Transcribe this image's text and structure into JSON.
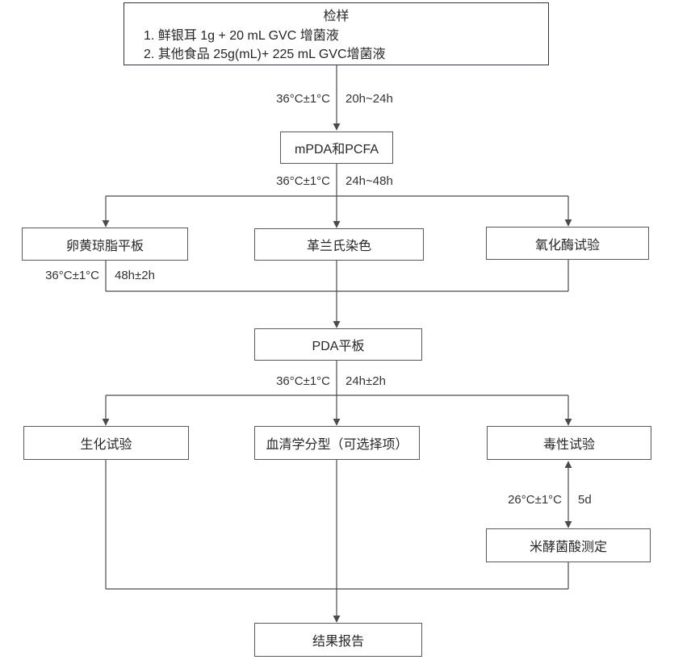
{
  "diagram": {
    "nodes": {
      "sample": {
        "title": "检样",
        "line1": "1. 鲜银耳 1g + 20 mL GVC 增菌液",
        "line2": "2. 其他食品 25g(mL)+ 225 mL GVC增菌液"
      },
      "mpda": {
        "label": "mPDA和PCFA"
      },
      "egg_yolk": {
        "label": "卵黄琼脂平板"
      },
      "gram": {
        "label": "革兰氏染色"
      },
      "oxidase": {
        "label": "氧化酶试验"
      },
      "pda": {
        "label": "PDA平板"
      },
      "biochem": {
        "label": "生化试验"
      },
      "serotype": {
        "label": "血清学分型（可选择项）"
      },
      "toxicity": {
        "label": "毒性试验"
      },
      "bongkrekic": {
        "label": "米酵菌酸测定"
      },
      "report": {
        "label": "结果报告"
      }
    },
    "edge_labels": {
      "e1": {
        "temp": "36°C±1°C",
        "time": "20h~24h"
      },
      "e2": {
        "temp": "36°C±1°C",
        "time": "24h~48h"
      },
      "e3": {
        "temp": "36°C±1°C",
        "time": "48h±2h"
      },
      "e4": {
        "temp": "36°C±1°C",
        "time": "24h±2h"
      },
      "e5": {
        "temp": "26°C±1°C",
        "time": "5d"
      }
    },
    "colors": {
      "line": "#4a4a4a",
      "box_border": "#595959",
      "text": "#262626",
      "background": "#ffffff"
    }
  }
}
